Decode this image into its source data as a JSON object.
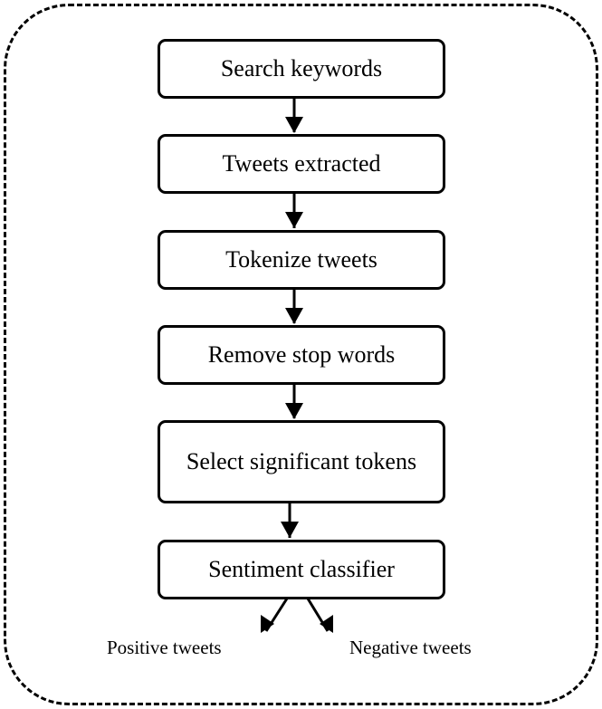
{
  "flow": {
    "steps": [
      "Search keywords",
      "Tweets extracted",
      "Tokenize tweets",
      "Remove stop words",
      "Select significant tokens",
      "Sentiment classifier"
    ],
    "outputs": {
      "positive": "Positive tweets",
      "negative": "Negative tweets"
    }
  }
}
